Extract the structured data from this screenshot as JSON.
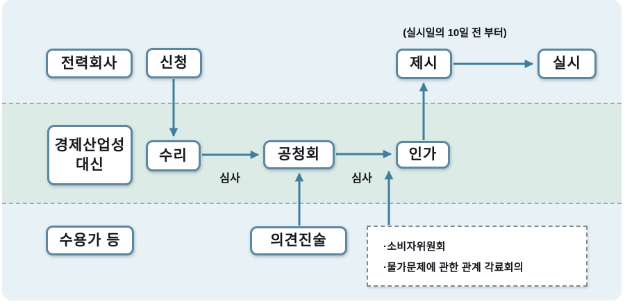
{
  "colors": {
    "lane_blue": "#e7f1f6",
    "lane_green": "#dcebe6",
    "box_border": "#5d87a1",
    "arrow": "#3f7e9e",
    "text": "#15151d",
    "divider": "#97a2a6",
    "dashed_box_border": "#7e8a90"
  },
  "lanes": {
    "power_company": "전력회사",
    "meti_minister": "경제산업성\n대신",
    "consumers": "수용가 등"
  },
  "nodes": {
    "apply": "신청",
    "accept": "수리",
    "hearing": "공청회",
    "approve": "인가",
    "present": "제시",
    "implement": "실시",
    "opinion": "의견진술"
  },
  "labels": {
    "note": "(실시일의 10일 전 부터)",
    "review_left": "심사",
    "review_right": "심사"
  },
  "consult_box": {
    "items": [
      "·소비자위원회",
      "·물가문제에 관한 관계 각료회의"
    ]
  }
}
